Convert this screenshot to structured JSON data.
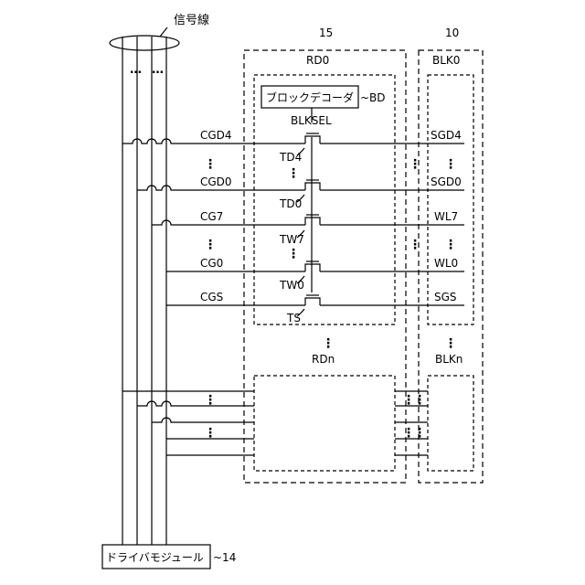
{
  "signal_lines_label": "信号線",
  "driver_module": {
    "label": "ドライバモジュール",
    "ref": "~14"
  },
  "row_decoder": {
    "ref": "15",
    "rd0": "RD0",
    "rdn": "RDn"
  },
  "block": {
    "ref": "10",
    "blk0": "BLK0",
    "blkn": "BLKn"
  },
  "block_decoder": {
    "label": "ブロックデコーダ",
    "ref": "~BD"
  },
  "blksel": "BLKSEL",
  "ellipsis": "…",
  "vdots": "⋮",
  "rows": [
    {
      "cg": "CGD4",
      "transistor": "TD4",
      "line": "SGD4"
    },
    {
      "cg": "CGD0",
      "transistor": "TD0",
      "line": "SGD0"
    },
    {
      "cg": "CG7",
      "transistor": "TW7",
      "line": "WL7"
    },
    {
      "cg": "CG0",
      "transistor": "TW0",
      "line": "WL0"
    },
    {
      "cg": "CGS",
      "transistor": "TS",
      "line": "SGS"
    }
  ]
}
